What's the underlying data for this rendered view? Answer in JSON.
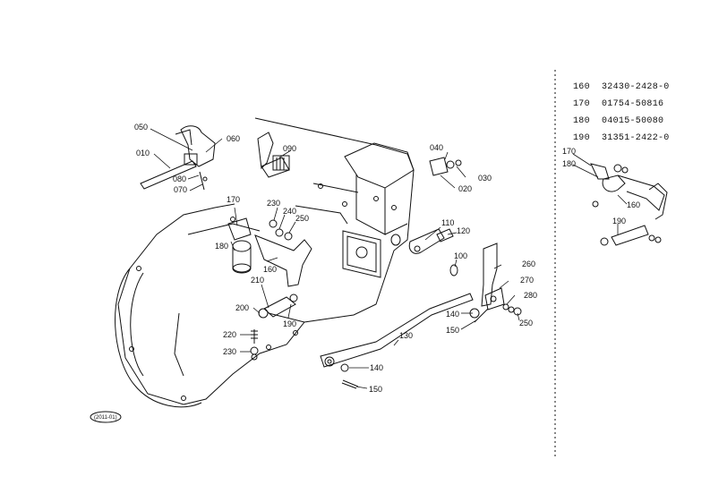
{
  "legend": [
    {
      "no": "160",
      "part": "32430-2428-0"
    },
    {
      "no": "170",
      "part": "01754-50816"
    },
    {
      "no": "180",
      "part": "04015-50080"
    },
    {
      "no": "190",
      "part": "31351-2422-0"
    }
  ],
  "callouts": {
    "c010": "010",
    "c020": "020",
    "c030": "030",
    "c040": "040",
    "c050": "050",
    "c060": "060",
    "c070": "070",
    "c080": "080",
    "c090": "090",
    "c100": "100",
    "c110": "110",
    "c120": "120",
    "c130": "130",
    "c140a": "140",
    "c140b": "140",
    "c150a": "150",
    "c150b": "150",
    "c160": "160",
    "c170": "170",
    "c180": "180",
    "c190": "190",
    "c200": "200",
    "c210": "210",
    "c220": "220",
    "c230a": "230",
    "c230b": "230",
    "c240": "240",
    "c250a": "250",
    "c250b": "250",
    "c260": "260",
    "c270": "270",
    "c280": "280",
    "r160": "160",
    "r170": "170",
    "r180": "180",
    "r190": "190"
  },
  "reference_tag": "(2011-01)"
}
